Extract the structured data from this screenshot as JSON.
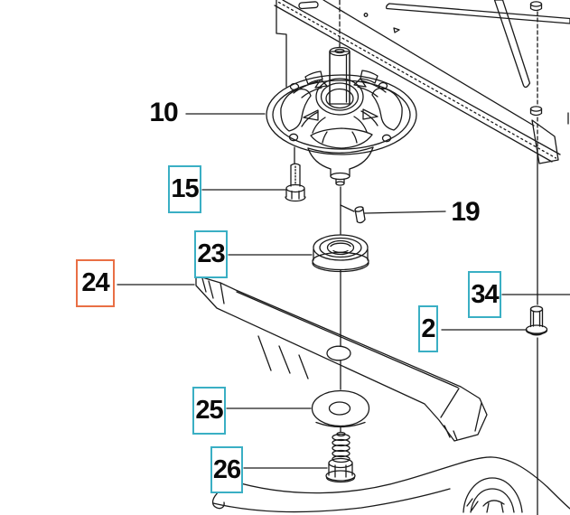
{
  "diagram": {
    "callouts": {
      "c10": {
        "label": "10",
        "box": "none"
      },
      "c15": {
        "label": "15",
        "box": "teal"
      },
      "c19": {
        "label": "19",
        "box": "none"
      },
      "c23": {
        "label": "23",
        "box": "teal"
      },
      "c24": {
        "label": "24",
        "box": "orange"
      },
      "c2": {
        "label": "2",
        "box": "teal"
      },
      "c34": {
        "label": "34",
        "box": "teal"
      },
      "c25": {
        "label": "25",
        "box": "teal"
      },
      "c26": {
        "label": "26",
        "box": "teal"
      }
    },
    "colors": {
      "teal_box_border": "#3aafc4",
      "orange_box_border": "#e96f45",
      "line": "#1a1a1a",
      "background": "#ffffff"
    }
  }
}
